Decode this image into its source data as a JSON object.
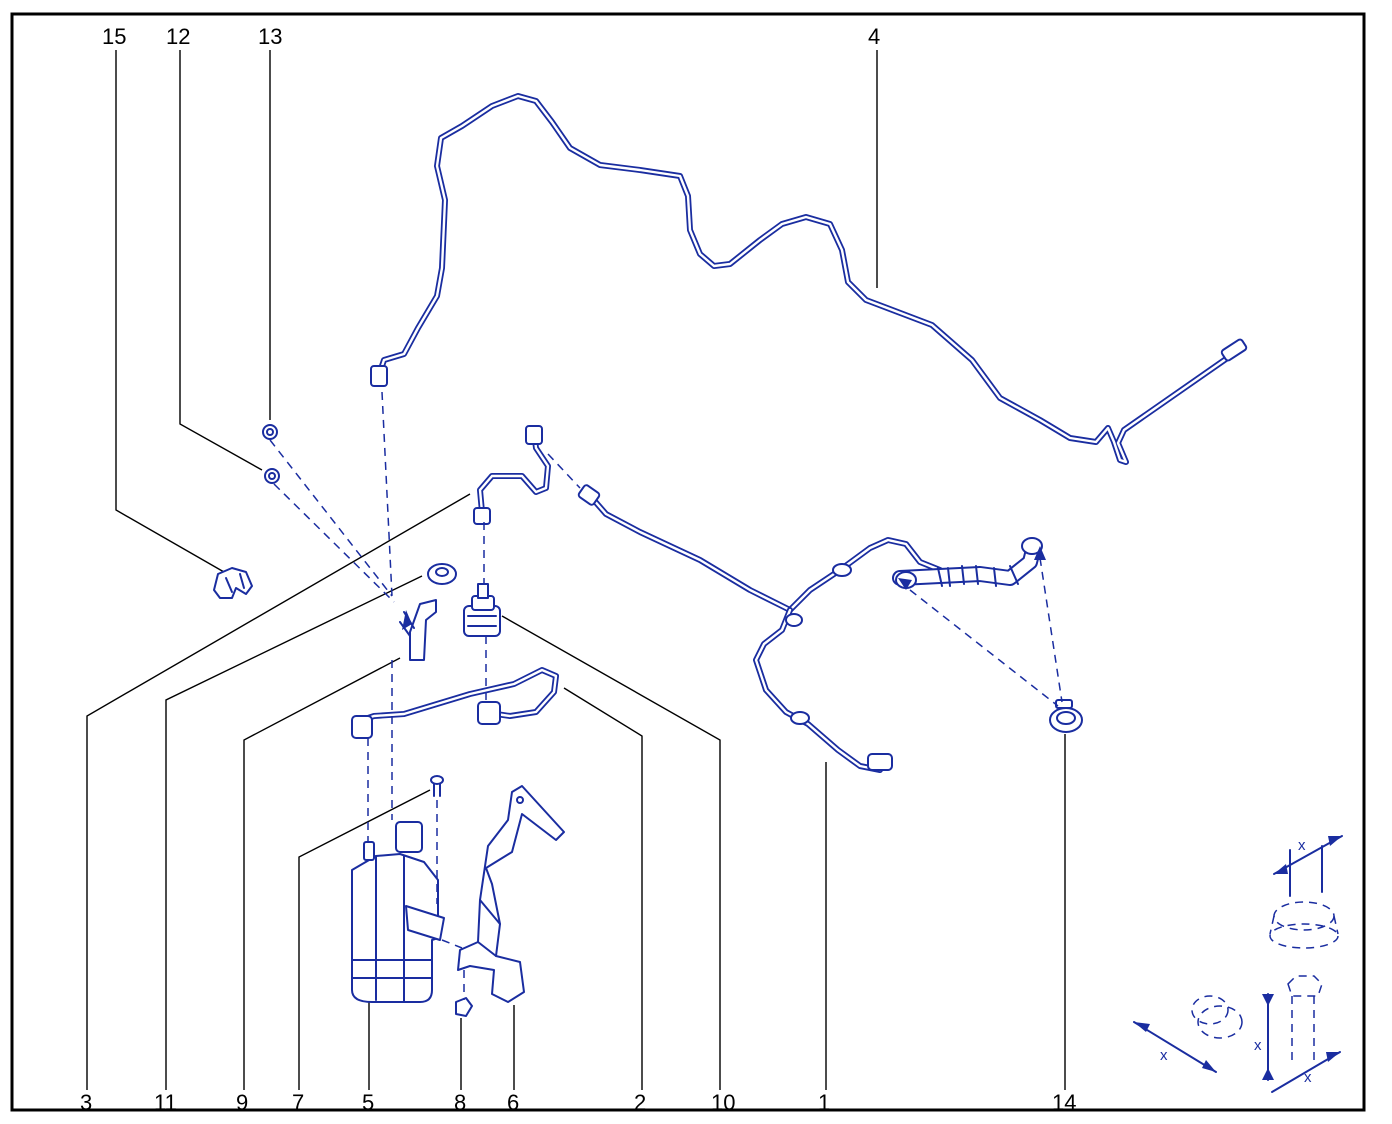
{
  "colors": {
    "part": "#1a2da0",
    "line": "#000000",
    "background": "#ffffff"
  },
  "callouts_top": [
    "15",
    "12",
    "13",
    "4"
  ],
  "callouts_bottom": [
    "3",
    "11",
    "9",
    "7",
    "5",
    "8",
    "6",
    "2",
    "10",
    "1",
    "14"
  ],
  "dimension_marks": [
    "x",
    "x",
    "x",
    "x"
  ]
}
